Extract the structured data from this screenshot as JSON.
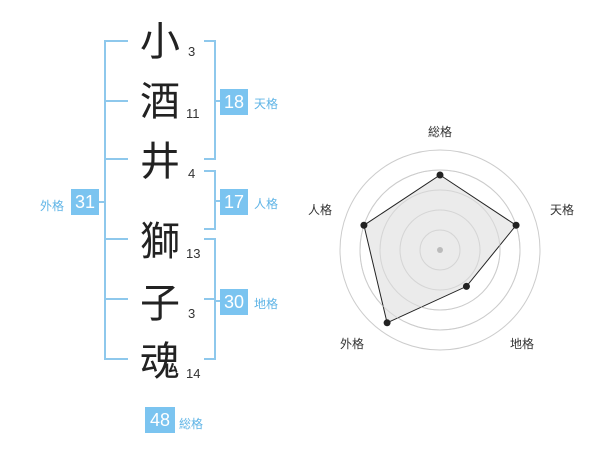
{
  "name": {
    "chars": [
      {
        "char": "小",
        "strokes": "3"
      },
      {
        "char": "酒",
        "strokes": "11"
      },
      {
        "char": "井",
        "strokes": "4"
      },
      {
        "char": "獅",
        "strokes": "13"
      },
      {
        "char": "子",
        "strokes": "3"
      },
      {
        "char": "魂",
        "strokes": "14"
      }
    ]
  },
  "kakusu": {
    "tenkaku": {
      "value": "18",
      "label": "天格"
    },
    "jinkaku": {
      "value": "17",
      "label": "人格"
    },
    "chikaku": {
      "value": "30",
      "label": "地格"
    },
    "gaikaku": {
      "value": "31",
      "label": "外格"
    },
    "soukaku": {
      "value": "48",
      "label": "総格"
    }
  },
  "radar": {
    "axes": [
      "総格",
      "天格",
      "地格",
      "外格",
      "人格"
    ],
    "values": [
      0.75,
      0.8,
      0.45,
      0.9,
      0.8
    ],
    "colors": {
      "fill": "#e8e8e8",
      "ring": "#cccccc",
      "line": "#222222",
      "point": "#222222",
      "center": "#bbbbbb"
    }
  }
}
